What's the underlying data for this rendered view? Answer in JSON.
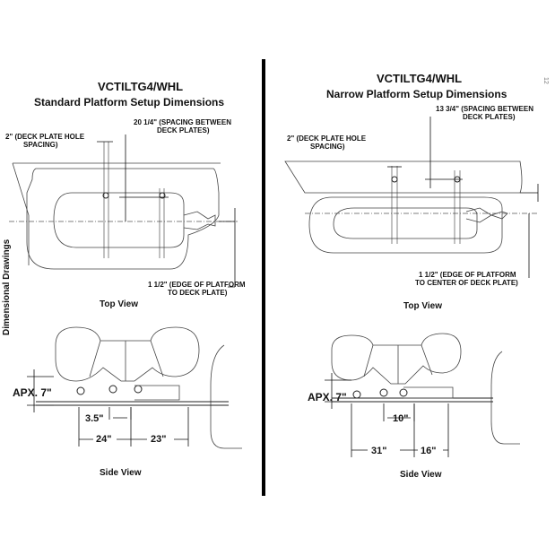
{
  "side_label": "Dimensional Drawings",
  "page_number": "12",
  "left": {
    "model": "VCTILTG4/WHL",
    "subtitle": "Standard Platform Setup Dimensions",
    "hole_spacing_note": [
      "2\" (DECK PLATE HOLE",
      "SPACING)"
    ],
    "spacing_note": [
      "20 1/4\" (SPACING BETWEEN",
      "DECK PLATES)"
    ],
    "edge_note": [
      "1 1/2\" (EDGE OF PLATFORM",
      "TO DECK PLATE)"
    ],
    "top_view_label": "Top View",
    "apx": "APX. 7\"",
    "dim_a": "3.5\"",
    "dim_b": "24\"",
    "dim_c": "23\"",
    "side_view_label": "Side View"
  },
  "right": {
    "model": "VCTILTG4/WHL",
    "subtitle": "Narrow Platform Setup Dimensions",
    "hole_spacing_note": [
      "2\" (DECK PLATE HOLE",
      "SPACING)"
    ],
    "spacing_note": [
      "13 3/4\" (SPACING BETWEEN",
      "DECK PLATES)"
    ],
    "edge_note": [
      "1 1/2\" (EDGE OF PLATFORM",
      "TO CENTER OF DECK PLATE)"
    ],
    "top_view_label": "Top View",
    "apx": "APX. 7\"",
    "dim_a": "10\"",
    "dim_b": "31\"",
    "dim_c": "16\"",
    "side_view_label": "Side View"
  }
}
